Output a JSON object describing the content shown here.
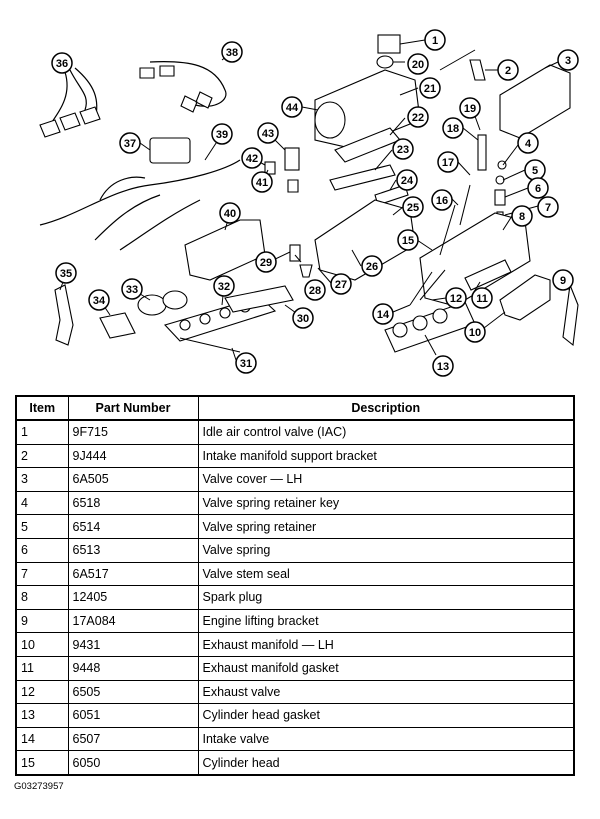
{
  "diagram": {
    "callouts": [
      "1",
      "2",
      "3",
      "4",
      "5",
      "6",
      "7",
      "8",
      "9",
      "10",
      "11",
      "12",
      "13",
      "14",
      "15",
      "16",
      "17",
      "18",
      "19",
      "20",
      "21",
      "22",
      "23",
      "24",
      "25",
      "26",
      "27",
      "28",
      "29",
      "30",
      "31",
      "32",
      "33",
      "34",
      "35",
      "36",
      "37",
      "38",
      "39",
      "40",
      "41",
      "42",
      "43",
      "44"
    ]
  },
  "table": {
    "headers": [
      "Item",
      "Part Number",
      "Description"
    ],
    "rows": [
      [
        "1",
        "9F715",
        "Idle air control valve (IAC)"
      ],
      [
        "2",
        "9J444",
        "Intake manifold support bracket"
      ],
      [
        "3",
        "6A505",
        "Valve cover — LH"
      ],
      [
        "4",
        "6518",
        "Valve spring retainer key"
      ],
      [
        "5",
        "6514",
        "Valve spring retainer"
      ],
      [
        "6",
        "6513",
        "Valve spring"
      ],
      [
        "7",
        "6A517",
        "Valve stem seal"
      ],
      [
        "8",
        "12405",
        "Spark plug"
      ],
      [
        "9",
        "17A084",
        "Engine lifting bracket"
      ],
      [
        "10",
        "9431",
        "Exhaust manifold — LH"
      ],
      [
        "11",
        "9448",
        "Exhaust manifold gasket"
      ],
      [
        "12",
        "6505",
        "Exhaust valve"
      ],
      [
        "13",
        "6051",
        "Cylinder head gasket"
      ],
      [
        "14",
        "6507",
        "Intake valve"
      ],
      [
        "15",
        "6050",
        "Cylinder head"
      ]
    ]
  },
  "figure_id": "G03273957"
}
